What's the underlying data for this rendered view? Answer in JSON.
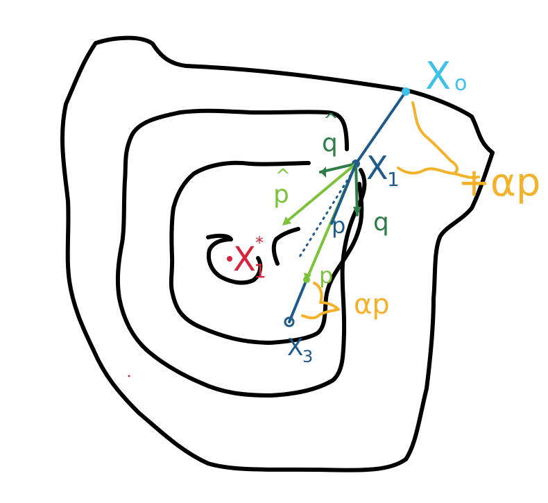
{
  "labels": {
    "x0": "X",
    "x0_sub": "o",
    "x1": "X",
    "x1_sub": "1",
    "x3": "X",
    "x3_sub": "3",
    "xstar": "X",
    "xstar_sup": "*",
    "xstar_sub": "1",
    "q_hat": "q",
    "q_hat_mark": "^",
    "p_hat": "p",
    "p_hat_mark": "^",
    "p_blue": "p",
    "q_green": "q",
    "p_green": "p",
    "alpha_p_right": "+αp",
    "alpha_p_mid": "αp"
  },
  "colors": {
    "contour": "#000000",
    "x0": "#3cc2ea",
    "blue": "#1e5a8c",
    "dark_green": "#2e7d46",
    "light_green": "#7cc23a",
    "orange": "#f4b22a",
    "red": "#d8233a"
  }
}
